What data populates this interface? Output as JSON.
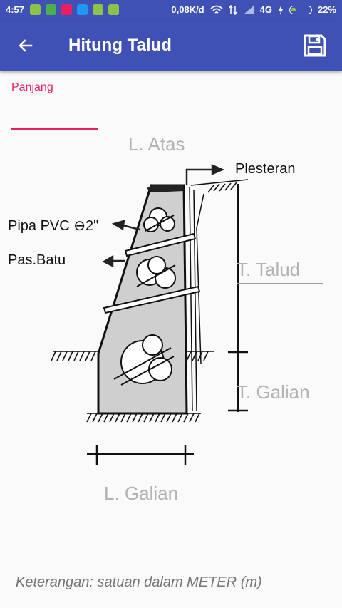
{
  "status_bar": {
    "time": "4:57",
    "speed": "0,08K/d",
    "network": "4G",
    "battery": "22%",
    "bar_color": "#3f51b5"
  },
  "app_bar": {
    "title": "Hitung Talud",
    "back_icon": "arrow-left-icon",
    "save_icon": "floppy-disk-icon",
    "color": "#3f51b5"
  },
  "form": {
    "panjang": {
      "label": "Panjang",
      "value": "",
      "accent": "#e91e63"
    },
    "l_atas": {
      "placeholder": "L. Atas",
      "value": ""
    },
    "t_talud": {
      "placeholder": "T. Talud",
      "value": ""
    },
    "t_galian": {
      "placeholder": "T. Galian",
      "value": ""
    },
    "l_galian": {
      "placeholder": "L. Galian",
      "value": ""
    }
  },
  "diagram": {
    "plesteran": "Plesteran",
    "pipa_pvc": "Pipa PVC ⊖2\"",
    "pas_batu": "Pas.Batu"
  },
  "footer": {
    "note": "Keterangan: satuan dalam METER (m)"
  }
}
